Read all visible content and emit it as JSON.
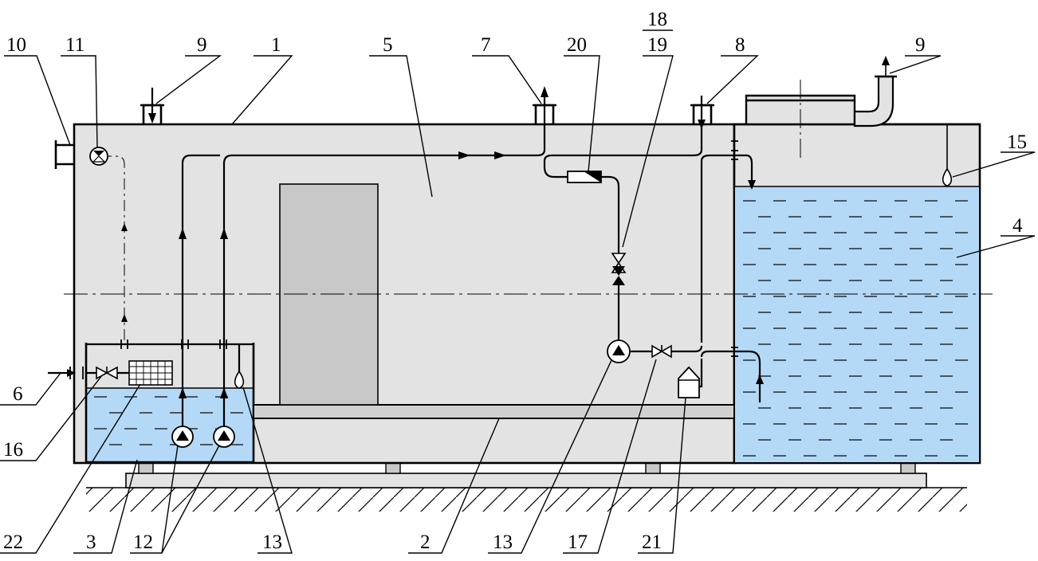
{
  "colors": {
    "housing_fill": "#e3e3e3",
    "water_fill": "#b3d9f7",
    "equipment_fill": "#c8c8c8",
    "line": "#000000"
  },
  "labels": {
    "l1": "1",
    "l2": "2",
    "l3": "3",
    "l4": "4",
    "l5": "5",
    "l6": "6",
    "l7": "7",
    "l8": "8",
    "l9a": "9",
    "l9b": "9",
    "l10": "10",
    "l11": "11",
    "l12": "12",
    "l13a": "13",
    "l13b": "13",
    "l15": "15",
    "l16": "16",
    "l17": "17",
    "l18": "18",
    "l19": "19",
    "l20": "20",
    "l21": "21",
    "l22": "22"
  },
  "icons": [
    "pump-icon",
    "valve-icon",
    "check-valve-icon",
    "float-sensor-icon",
    "filter-icon",
    "meter-icon",
    "flow-arrow-icon"
  ]
}
